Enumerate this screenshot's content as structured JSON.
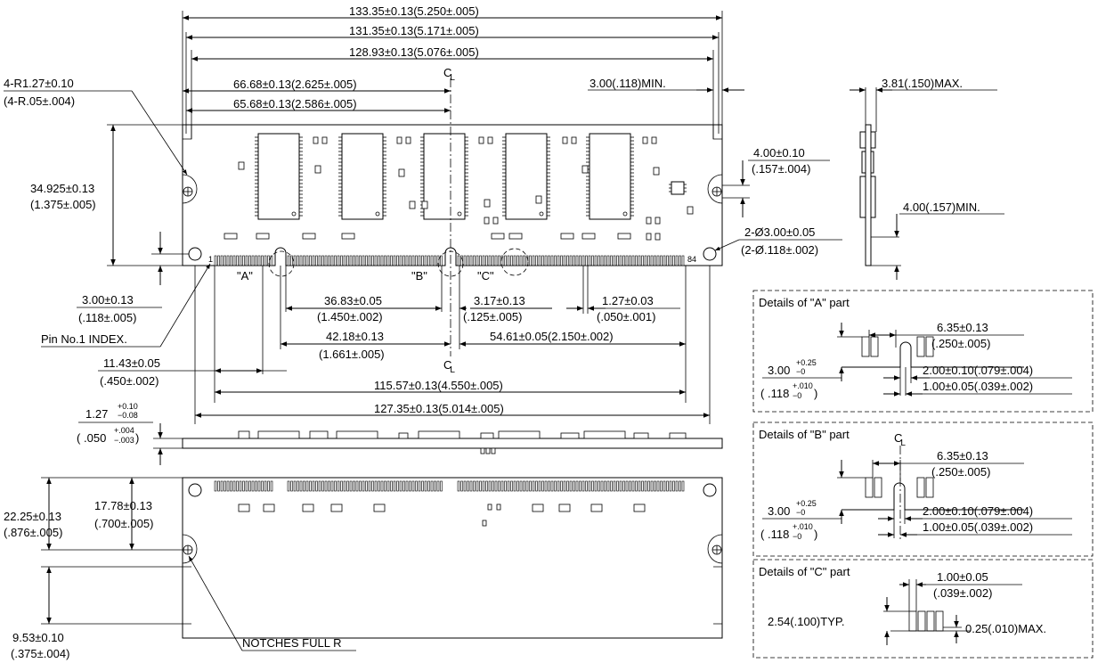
{
  "dims": {
    "overall_length": "133.35±0.13(5.250±.005)",
    "hole_to_hole_outer": "131.35±0.13(5.171±.005)",
    "notch_to_notch": "128.93±0.13(5.076±.005)",
    "half_length": "66.68±0.13(2.625±.005)",
    "half_length_inner": "65.68±0.13(2.586±.005)",
    "corner_radius": "4-R1.27±0.10",
    "corner_radius_in": "(4-R.05±.004)",
    "edge_min": "3.00(.118)MIN.",
    "thickness_max": "3.81(.150)MAX.",
    "height": "34.925±0.13",
    "height_in": "(1.375±.005)",
    "notch_height": "4.00±0.10",
    "notch_height_in": "(.157±.004)",
    "side_min": "4.00(.157)MIN.",
    "hole_dia": "2-Ø3.00±0.05",
    "hole_dia_in": "(2-Ø.118±.002)",
    "hole_offset": "3.00±0.13",
    "hole_offset_in": "(.118±.005)",
    "pin1_index": "Pin No.1 INDEX.",
    "key_to_key": "36.83±0.05",
    "key_to_key_in": "(1.450±.002)",
    "key_offset": "3.17±0.13",
    "key_offset_in": "(.125±.005)",
    "pin_pitch": "1.27±0.03",
    "pin_pitch_in": "(.050±.001)",
    "key_a_center": "42.18±0.13",
    "key_a_center_in": "(1.661±.005)",
    "key_b_to_end": "54.61±0.05(2.150±.002)",
    "first_key": "11.43±0.05",
    "first_key_in": "(.450±.002)",
    "pin_span": "115.57±0.13(4.550±.005)",
    "hole_span": "127.35±0.13(5.014±.005)",
    "pcb_thick": "1.27",
    "pcb_thick_tol_plus": "+0.10",
    "pcb_thick_tol_minus": "−0.08",
    "pcb_thick_in": ".050",
    "pcb_thick_in_tol_plus": "+.004",
    "pcb_thick_in_tol_minus": "−.003",
    "rear_height": "22.25±0.13",
    "rear_height_in": "(.876±.005)",
    "rear_notch": "17.78±0.13",
    "rear_notch_in": "(.700±.005)",
    "bottom_notch": "9.53±0.10",
    "bottom_notch_in": "(.375±.004)",
    "notches": "NOTCHES FULL R"
  },
  "labels": {
    "cl": "C",
    "cl_sub": "L",
    "part_a": "\"A\"",
    "part_b": "\"B\"",
    "part_c": "\"C\"",
    "pin_1": "1",
    "pin_84": "84"
  },
  "details": {
    "a_title": "Details of \"A\" part",
    "b_title": "Details of \"B\" part",
    "c_title": "Details of \"C\" part",
    "key_width": "6.35±0.13",
    "key_width_in": "(.250±.005)",
    "key_depth": "3.00",
    "key_depth_tol_plus": "+0.25",
    "key_depth_tol_minus": "−0",
    "key_depth_in": ".118",
    "key_depth_in_tol_plus": "+.010",
    "key_depth_in_tol_minus": "−0",
    "key_gap": "2.00±0.10(.079±.004)",
    "key_slot": "1.00±0.05(.039±.002)",
    "pin_width": "1.00±0.05",
    "pin_width_in": "(.039±.002)",
    "pin_height": "2.54(.100)TYP.",
    "pin_gap": "0.25(.010)MAX."
  }
}
